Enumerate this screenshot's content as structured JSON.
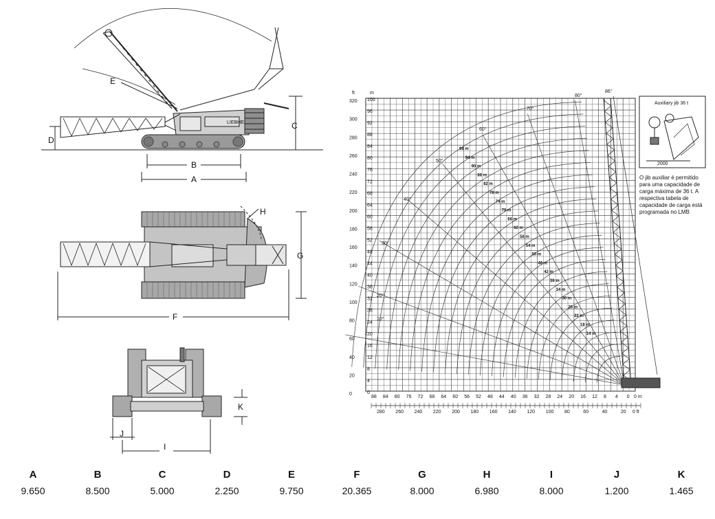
{
  "dimension_letters": {
    "A": "A",
    "B": "B",
    "C": "C",
    "D": "D",
    "E": "E",
    "F": "F",
    "G": "G",
    "H": "H",
    "I": "I",
    "J": "J",
    "K": "K"
  },
  "chart": {
    "top_unit_left": "ft",
    "top_unit_right": "m",
    "x_unit_m": "0 m",
    "x_unit_ft": "0 ft",
    "angle_labels": [
      "86°",
      "80°",
      "70°",
      "60°",
      "50°",
      "40°",
      "30°",
      "20°",
      "10°"
    ],
    "ft_ticks": [
      "320",
      "300",
      "280",
      "260",
      "240",
      "220",
      "200",
      "180",
      "160",
      "140",
      "120",
      "100",
      "80",
      "60",
      "40",
      "20",
      "0"
    ],
    "m_ticks": [
      "100",
      "96",
      "92",
      "88",
      "84",
      "80",
      "76",
      "72",
      "68",
      "64",
      "60",
      "56",
      "52",
      "48",
      "44",
      "40",
      "36",
      "32",
      "28",
      "24",
      "20",
      "16",
      "12",
      "8",
      "4",
      "0"
    ],
    "x_m_ticks": [
      "88",
      "84",
      "80",
      "76",
      "72",
      "68",
      "64",
      "60",
      "56",
      "52",
      "48",
      "44",
      "40",
      "36",
      "32",
      "28",
      "24",
      "20",
      "16",
      "12",
      "8",
      "4",
      "0"
    ],
    "x_ft_ticks": [
      "280",
      "260",
      "240",
      "220",
      "200",
      "180",
      "160",
      "140",
      "120",
      "100",
      "80",
      "60",
      "40",
      "20"
    ],
    "radius_labels": [
      "98 m",
      "94 m",
      "90 m",
      "86 m",
      "82 m",
      "78 m",
      "74 m",
      "70 m",
      "66 m",
      "62 m",
      "58 m",
      "54 m",
      "50 m",
      "46 m",
      "42 m",
      "38 m",
      "34 m",
      "30 m",
      "26 m",
      "22 m",
      "18 m",
      "14 m"
    ]
  },
  "auxiliary_jib": {
    "title": "Auxiliary jib 36 t",
    "dimension": "2000"
  },
  "note": "O jib auxiliar é permitido para uma capacidade de carga máxima de 36 t. A respectiva tabela de capacidade de carga está programada no LMB",
  "dimensions_table": {
    "headers": [
      "A",
      "B",
      "C",
      "D",
      "E",
      "F",
      "G",
      "H",
      "I",
      "J",
      "K"
    ],
    "values": [
      "9.650",
      "8.500",
      "5.000",
      "2.250",
      "9.750",
      "20.365",
      "8.000",
      "6.980",
      "8.000",
      "1.200",
      "1.465"
    ]
  }
}
